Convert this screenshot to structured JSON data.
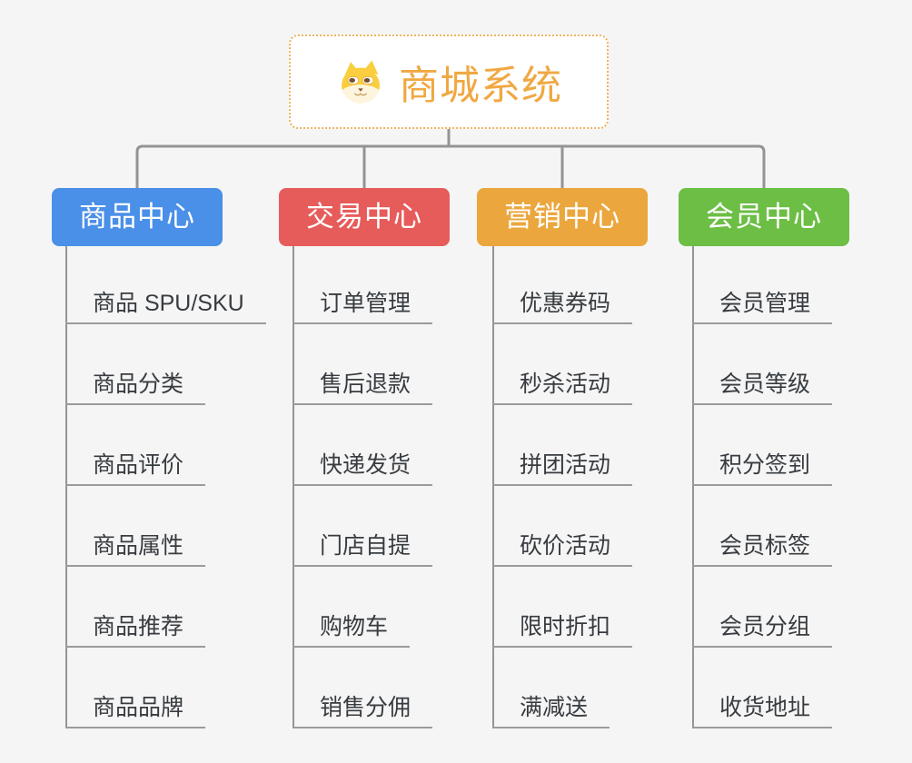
{
  "root": {
    "label": "商城系统",
    "text_color": "#F0A843",
    "border_color": "#EDB45F",
    "icon": "dog-face-icon"
  },
  "branches": [
    {
      "label": "商品中心",
      "color": "#4A8FE8",
      "children": [
        "商品 SPU/SKU",
        "商品分类",
        "商品评价",
        "商品属性",
        "商品推荐",
        "商品品牌"
      ]
    },
    {
      "label": "交易中心",
      "color": "#E65C5B",
      "children": [
        "订单管理",
        "售后退款",
        "快递发货",
        "门店自提",
        "购物车",
        "销售分佣"
      ]
    },
    {
      "label": "营销中心",
      "color": "#EBA73E",
      "children": [
        "优惠券码",
        "秒杀活动",
        "拼团活动",
        "砍价活动",
        "限时折扣",
        "满减送"
      ]
    },
    {
      "label": "会员中心",
      "color": "#6CBE45",
      "children": [
        "会员管理",
        "会员等级",
        "积分签到",
        "会员标签",
        "会员分组",
        "收货地址"
      ]
    }
  ],
  "canvas": {
    "background": "#F5F5F5",
    "connector_color": "#949494",
    "leaf_text_color": "#383C40",
    "leaf_underline_color": "#9B9B9B"
  }
}
